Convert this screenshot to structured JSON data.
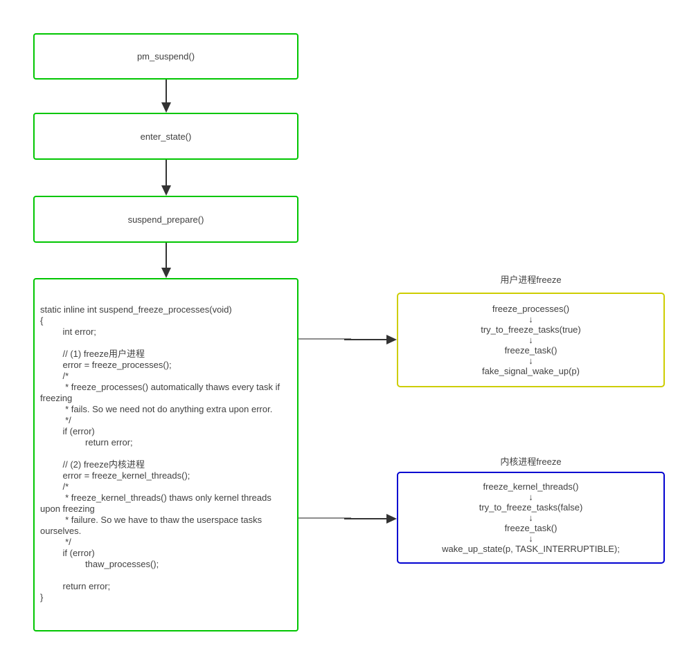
{
  "diagram": {
    "arrow_glyph": "↓",
    "flow_boxes": {
      "pm_suspend": {
        "label": "pm_suspend()"
      },
      "enter_state": {
        "label": "enter_state()"
      },
      "suspend_prepare": {
        "label": "suspend_prepare()"
      }
    },
    "code_box": {
      "lines": [
        "static inline int suspend_freeze_processes(void)",
        "{",
        "         int error;",
        "",
        "         // (1) freeze用户进程",
        "         error = freeze_processes();",
        "         /*",
        "          * freeze_processes() automatically thaws every task if",
        "freezing",
        "          * fails. So we need not do anything extra upon error.",
        "          */",
        "         if (error)",
        "                  return error;",
        "",
        "         // (2) freeze内核进程",
        "         error = freeze_kernel_threads();",
        "         /*",
        "          * freeze_kernel_threads() thaws only kernel threads",
        "upon freezing",
        "          * failure. So we have to thaw the userspace tasks",
        "ourselves.",
        "          */",
        "         if (error)",
        "                  thaw_processes();",
        "",
        "         return error;",
        "}"
      ]
    },
    "user_freeze": {
      "title": "用户进程freeze",
      "steps": [
        "freeze_processes()",
        "try_to_freeze_tasks(true)",
        "freeze_task()",
        "fake_signal_wake_up(p)"
      ]
    },
    "kernel_freeze": {
      "title": "内核进程freeze",
      "steps": [
        "freeze_kernel_threads()",
        "try_to_freeze_tasks(false)",
        "freeze_task()",
        "wake_up_state(p, TASK_INTERRUPTIBLE);"
      ]
    },
    "colors": {
      "flow_box_border": "#00c600",
      "user_box_border": "#cdcd00",
      "kernel_box_border": "#0000d0",
      "arrow": "#333333",
      "text": "#404040"
    }
  }
}
